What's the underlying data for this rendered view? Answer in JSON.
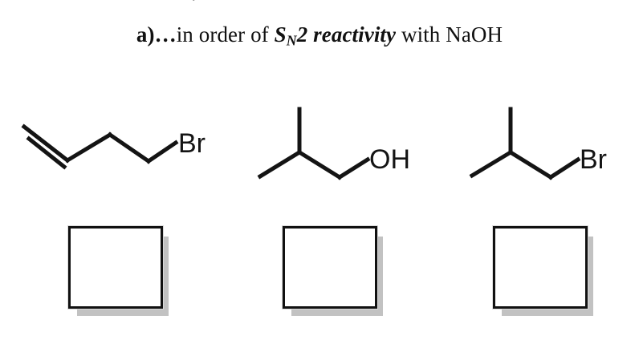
{
  "document": {
    "type": "chemistry-worksheet-question",
    "background_color": "#ffffff",
    "text_color": "#111111"
  },
  "prompt": {
    "label": "a)",
    "ellipsis": "…",
    "text_before_emphasis": "in order of ",
    "emphasis_main": "S",
    "emphasis_subscript": "N",
    "emphasis_after_subscript": "2 reactivity",
    "text_after_emphasis": " with NaOH",
    "full_text": "a) …in order of SN2 reactivity with NaOH"
  },
  "molecules": [
    {
      "id": "molecule-1",
      "name": "4-bromo-1-butene",
      "description": "terminal alkene chain ending in bromine",
      "atom_labels": [
        "Br"
      ],
      "has_double_bond": true
    },
    {
      "id": "molecule-2",
      "name": "2-methyl-1-propanol",
      "description": "isobutyl skeleton ending in hydroxyl",
      "atom_labels": [
        "OH"
      ],
      "has_double_bond": false
    },
    {
      "id": "molecule-3",
      "name": "1-bromo-2-methylpropane",
      "description": "isobutyl skeleton ending in bromine",
      "atom_labels": [
        "Br"
      ],
      "has_double_bond": false
    }
  ],
  "answer_boxes": [
    {
      "id": "answer-box-1",
      "value": "",
      "shadow_color": "#c2c2c2",
      "border_color": "#111111"
    },
    {
      "id": "answer-box-2",
      "value": "",
      "shadow_color": "#c2c2c2",
      "border_color": "#111111"
    },
    {
      "id": "answer-box-3",
      "value": "",
      "shadow_color": "#c2c2c2",
      "border_color": "#111111"
    }
  ],
  "atom_text": {
    "br": "Br",
    "oh": "OH"
  }
}
